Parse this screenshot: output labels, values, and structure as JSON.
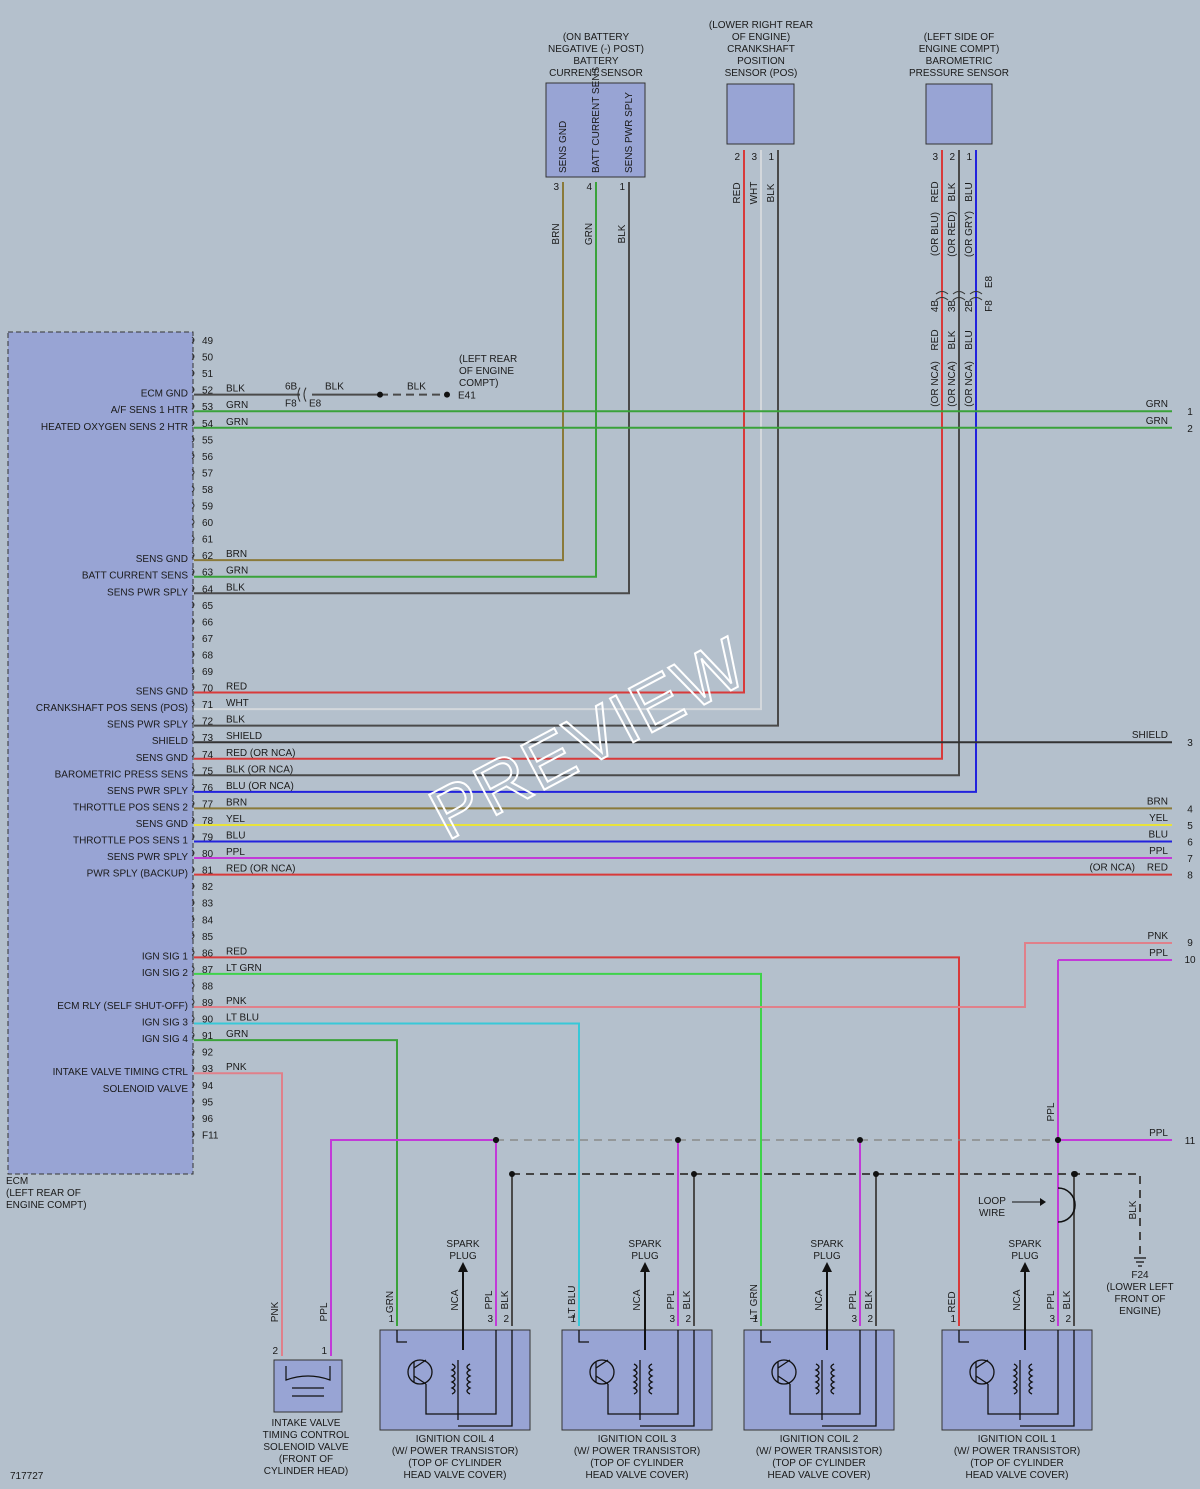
{
  "ecm": {
    "label": [
      "ECM",
      "(LEFT REAR OF",
      "ENGINE COMPT)"
    ],
    "pins": [
      "49",
      "50",
      "51",
      "52",
      "53",
      "54",
      "55",
      "56",
      "57",
      "58",
      "59",
      "60",
      "61",
      "62",
      "63",
      "64",
      "65",
      "66",
      "67",
      "68",
      "69",
      "70",
      "71",
      "72",
      "73",
      "74",
      "75",
      "76",
      "77",
      "78",
      "79",
      "80",
      "81",
      "82",
      "83",
      "84",
      "85",
      "86",
      "87",
      "88",
      "89",
      "90",
      "91",
      "92",
      "93",
      "94",
      "95",
      "96",
      "F11"
    ],
    "functions": [
      {
        "pin": "52",
        "text": "ECM GND"
      },
      {
        "pin": "53",
        "text": "A/F SENS 1 HTR"
      },
      {
        "pin": "54",
        "text": "HEATED OXYGEN SENS 2 HTR"
      },
      {
        "pin": "62",
        "text": "SENS GND"
      },
      {
        "pin": "63",
        "text": "BATT CURRENT SENS"
      },
      {
        "pin": "64",
        "text": "SENS PWR SPLY"
      },
      {
        "pin": "70",
        "text": "SENS GND"
      },
      {
        "pin": "71",
        "text": "CRANKSHAFT POS SENS (POS)"
      },
      {
        "pin": "72",
        "text": "SENS PWR SPLY"
      },
      {
        "pin": "73",
        "text": "SHIELD"
      },
      {
        "pin": "74",
        "text": "SENS GND"
      },
      {
        "pin": "75",
        "text": "BAROMETRIC PRESS SENS"
      },
      {
        "pin": "76",
        "text": "SENS PWR SPLY"
      },
      {
        "pin": "77",
        "text": "THROTTLE POS SENS 2"
      },
      {
        "pin": "78",
        "text": "SENS GND"
      },
      {
        "pin": "79",
        "text": "THROTTLE POS SENS 1"
      },
      {
        "pin": "80",
        "text": "SENS PWR SPLY"
      },
      {
        "pin": "81",
        "text": "PWR SPLY (BACKUP)"
      },
      {
        "pin": "86",
        "text": "IGN SIG 1"
      },
      {
        "pin": "87",
        "text": "IGN SIG 2"
      },
      {
        "pin": "89",
        "text": "ECM RLY (SELF SHUT-OFF)"
      },
      {
        "pin": "90",
        "text": "IGN SIG 3"
      },
      {
        "pin": "91",
        "text": "IGN SIG 4"
      },
      {
        "pin": "93",
        "text": "INTAKE VALVE TIMING CTRL"
      },
      {
        "pin": "94",
        "text": "SOLENOID VALVE"
      }
    ],
    "wire_labels": [
      {
        "pin": "52",
        "text": "BLK"
      },
      {
        "pin": "53",
        "text": "GRN"
      },
      {
        "pin": "54",
        "text": "GRN"
      },
      {
        "pin": "62",
        "text": "BRN"
      },
      {
        "pin": "63",
        "text": "GRN"
      },
      {
        "pin": "64",
        "text": "BLK"
      },
      {
        "pin": "70",
        "text": "RED"
      },
      {
        "pin": "71",
        "text": "WHT"
      },
      {
        "pin": "72",
        "text": "BLK"
      },
      {
        "pin": "73",
        "text": "SHIELD"
      },
      {
        "pin": "74",
        "text": "RED   (OR NCA)"
      },
      {
        "pin": "75",
        "text": "BLK   (OR NCA)"
      },
      {
        "pin": "76",
        "text": "BLU   (OR NCA)"
      },
      {
        "pin": "77",
        "text": "BRN"
      },
      {
        "pin": "78",
        "text": "YEL"
      },
      {
        "pin": "79",
        "text": "BLU"
      },
      {
        "pin": "80",
        "text": "PPL"
      },
      {
        "pin": "81",
        "text": "RED   (OR NCA)"
      },
      {
        "pin": "86",
        "text": "RED"
      },
      {
        "pin": "87",
        "text": "LT GRN"
      },
      {
        "pin": "89",
        "text": "PNK"
      },
      {
        "pin": "90",
        "text": "LT BLU"
      },
      {
        "pin": "91",
        "text": "GRN"
      },
      {
        "pin": "93",
        "text": "PNK"
      }
    ]
  },
  "gnd_connector": {
    "left": "6B",
    "right": "BLK",
    "bottom_left": "F8",
    "bottom_right": "E8",
    "wire": "BLK",
    "ground": "E41",
    "location": [
      "(LEFT REAR",
      "OF ENGINE",
      "COMPT)"
    ]
  },
  "batt_sensor": {
    "location": [
      "(ON BATTERY",
      "NEGATIVE (-) POST)",
      "BATTERY",
      "CURRENT SENSOR"
    ],
    "pins": [
      {
        "num": "3",
        "name": "SENS GND",
        "wire": "BRN"
      },
      {
        "num": "4",
        "name": "BATT CURRENT SENS",
        "wire": "GRN"
      },
      {
        "num": "1",
        "name": "SENS PWR SPLY",
        "wire": "BLK"
      }
    ]
  },
  "crank_sensor": {
    "location": [
      "(LOWER RIGHT REAR",
      "OF ENGINE)",
      "CRANKSHAFT",
      "POSITION",
      "SENSOR (POS)"
    ],
    "pins": [
      {
        "num": "2",
        "wire": "RED"
      },
      {
        "num": "3",
        "wire": "WHT"
      },
      {
        "num": "1",
        "wire": "BLK"
      }
    ]
  },
  "baro_sensor": {
    "location": [
      "(LEFT SIDE OF",
      "ENGINE COMPT)",
      "BAROMETRIC",
      "PRESSURE SENSOR"
    ],
    "pins": [
      {
        "num": "3",
        "wire": "RED",
        "alt": "(OR BLU)",
        "conn": "4B",
        "lower_wire": "RED",
        "lower_alt": "(OR NCA)"
      },
      {
        "num": "2",
        "wire": "BLK",
        "alt": "(OR RED)",
        "conn": "3B",
        "lower_wire": "BLK",
        "lower_alt": "(OR NCA)"
      },
      {
        "num": "1",
        "wire": "BLU",
        "alt": "(OR GRY)",
        "conn": "2B",
        "lower_wire": "BLU",
        "lower_alt": "(OR NCA)"
      }
    ],
    "connector_labels": [
      "E8",
      "F8"
    ]
  },
  "right_outputs": [
    {
      "num": "1",
      "wire": "GRN"
    },
    {
      "num": "2",
      "wire": "GRN"
    },
    {
      "num": "3",
      "wire": "SHIELD"
    },
    {
      "num": "4",
      "wire": "BRN"
    },
    {
      "num": "5",
      "wire": "YEL"
    },
    {
      "num": "6",
      "wire": "BLU"
    },
    {
      "num": "7",
      "wire": "PPL"
    },
    {
      "num": "8",
      "wire": "RED",
      "alt": "(OR NCA)"
    },
    {
      "num": "9",
      "wire": "PNK"
    },
    {
      "num": "10",
      "wire": "PPL"
    },
    {
      "num": "11",
      "wire": "PPL"
    }
  ],
  "coils": [
    {
      "name": [
        "IGNITION COIL 4",
        "(W/ POWER TRANSISTOR)",
        "(TOP OF CYLINDER",
        "HEAD VALVE COVER)"
      ],
      "sig_wire": "GRN"
    },
    {
      "name": [
        "IGNITION COIL 3",
        "(W/ POWER TRANSISTOR)",
        "(TOP OF CYLINDER",
        "HEAD VALVE COVER)"
      ],
      "sig_wire": "LT BLU"
    },
    {
      "name": [
        "IGNITION COIL 2",
        "(W/ POWER TRANSISTOR)",
        "(TOP OF CYLINDER",
        "HEAD VALVE COVER)"
      ],
      "sig_wire": "LT GRN"
    },
    {
      "name": [
        "IGNITION COIL 1",
        "(W/ POWER TRANSISTOR)",
        "(TOP OF CYLINDER",
        "HEAD VALVE COVER)"
      ],
      "sig_wire": "RED"
    }
  ],
  "coil_common": {
    "spark": [
      "SPARK",
      "PLUG"
    ],
    "nca": "NCA",
    "ppl": "PPL",
    "blk": "BLK",
    "pins": [
      "1",
      "3",
      "2"
    ]
  },
  "solenoid": {
    "name": [
      "INTAKE VALVE",
      "TIMING CONTROL",
      "SOLENOID VALVE",
      "(FRONT OF",
      "CYLINDER HEAD)"
    ],
    "wires": [
      "PNK",
      "PPL"
    ],
    "pins": [
      "2",
      "1"
    ]
  },
  "loop_wire": [
    "LOOP",
    "WIRE"
  ],
  "feed_ppl": "PPL",
  "ground_f24": {
    "wire": "BLK",
    "name": "F24",
    "location": [
      "(LOWER LEFT",
      "FRONT OF",
      "ENGINE)"
    ]
  },
  "diagram_id": "717727",
  "watermark": "PREVIEW",
  "colors": {
    "box": "#98a4d4",
    "red": "#d83a3a",
    "grn": "#3aa23a",
    "brn": "#8a7a3a",
    "blk": "#4a4a4a",
    "wht": "#d4d8dc",
    "blu": "#2222dd",
    "yel": "#e8e23a",
    "ppl": "#c23ad8",
    "pnk": "#e0808a",
    "ltgrn": "#3ed24a",
    "ltblu": "#38c8d8"
  }
}
